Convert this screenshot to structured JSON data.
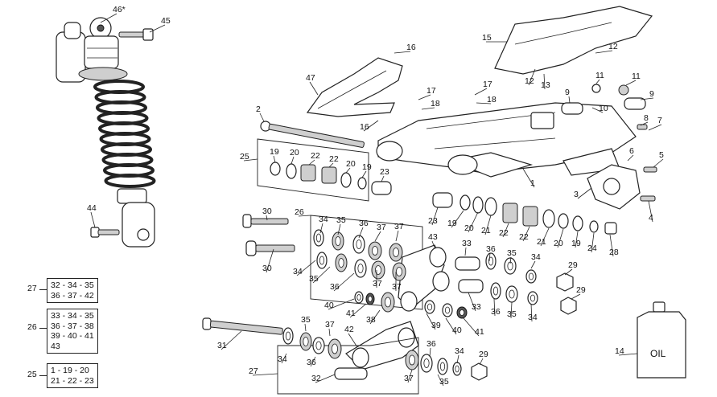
{
  "labels": {
    "l46": "46*",
    "l45": "45",
    "l44": "44",
    "l2": "2",
    "l25": "25",
    "l47": "47",
    "l16a": "16",
    "l16b": "16",
    "l17a": "17",
    "l17b": "17",
    "l18a": "18",
    "l18b": "18",
    "l15": "15",
    "l12a": "12",
    "l12b": "12",
    "l13": "13",
    "l9a": "9",
    "l9b": "9",
    "l11a": "11",
    "l11b": "11",
    "l10": "10",
    "l8": "8",
    "l7": "7",
    "l5": "5",
    "l6": "6",
    "l4": "4",
    "l3": "3",
    "l1": "1",
    "t19a": "19",
    "t20a": "20",
    "t22a": "22",
    "t22b": "22",
    "t20b": "20",
    "t19b": "19",
    "t23a": "23",
    "t23b": "23",
    "t19c": "19",
    "t20c": "20",
    "t21a": "21",
    "t22c": "22",
    "t22d": "22",
    "t21b": "21",
    "t20d": "20",
    "t19d": "19",
    "t24": "24",
    "t28": "28",
    "l30a": "30",
    "l30b": "30",
    "l26": "26",
    "l34a": "34",
    "l35a": "35",
    "l36a": "36",
    "l37a": "37",
    "l37b": "37",
    "l43": "43",
    "l34b": "34",
    "l35b": "35",
    "l36b": "36",
    "l37c": "37",
    "l37d": "37",
    "l40a": "40",
    "l41a": "41",
    "l38": "38",
    "l33a": "33",
    "l36c": "36",
    "l35c": "35",
    "l34c": "34",
    "l33b": "33",
    "l36d": "36",
    "l35d": "35",
    "l34d": "34",
    "l39": "39",
    "l40b": "40",
    "l41b": "41",
    "l29a": "29",
    "l29b": "29",
    "l29c": "29",
    "l31": "31",
    "l35e": "35",
    "l37e": "37",
    "l42": "42",
    "l34e": "34",
    "l36e": "36",
    "l36f": "36",
    "l34f": "34",
    "l37f": "37",
    "l35f": "35",
    "l32": "32",
    "l27": "27",
    "l14": "14",
    "oil": "OIL"
  },
  "kits": [
    {
      "id": "27",
      "lines": [
        "32 - 34 - 35",
        "36 - 37 - 42"
      ]
    },
    {
      "id": "26",
      "lines": [
        "33 - 34 - 35",
        "36 - 37 - 38",
        "39 - 40 - 41",
        "43"
      ]
    },
    {
      "id": "25",
      "lines": [
        "1 - 19 - 20",
        "21 - 22 - 23"
      ]
    }
  ]
}
